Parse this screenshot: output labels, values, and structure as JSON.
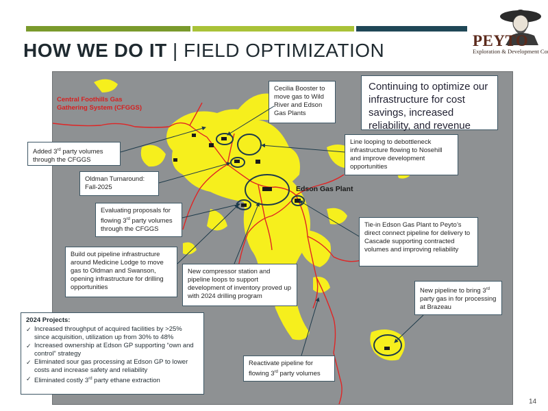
{
  "header": {
    "title_bold": "HOW WE DO IT",
    "title_sep": " | ",
    "title_rest": "FIELD OPTIMIZATION",
    "bar_colors": [
      "#7a9a2c",
      "#a9c238",
      "#1f4756"
    ]
  },
  "logo": {
    "name": "PEYTO",
    "subtitle": "Exploration & Development Corp."
  },
  "map": {
    "cfggs_label": "Central Foothills Gas Gathering System (CFGGS)",
    "plant_label": "Edson Gas Plant",
    "colors": {
      "pipeline": "#e02424",
      "landholdings": "#f6ef1d",
      "background": "#8e9193"
    }
  },
  "callouts": {
    "summary": "Continuing to optimize our infrastructure for cost savings, increased reliability, and revenue generation.",
    "cecilia": "Cecilia Booster to move gas to Wild River and Edson Gas Plants",
    "third_party_cfggs": {
      "pre": "Added 3",
      "sup": "rd",
      "post": " party volumes through the CFGGS"
    },
    "line_looping": "Line looping to debottleneck infrastructure flowing to Nosehill and improve development opportunities",
    "oldman": "Oldman Turnaround: Fall-2025",
    "evaluating": {
      "pre": "Evaluating proposals for flowing 3",
      "sup": "rd",
      "post": " party volumes through the CFGGS"
    },
    "tie_in": "Tie-in Edson Gas Plant to Peyto’s direct connect pipeline for delivery to Cascade supporting contracted volumes and improving reliability",
    "build_out": "Build out pipeline infrastructure around Medicine Lodge to move gas to Oldman and Swanson, opening infrastructure for drilling opportunities",
    "compressor": "New compressor station and pipeline loops to support development of inventory proved up with 2024 drilling program",
    "new_pipeline": {
      "pre": "New pipeline to bring 3",
      "sup": "rd",
      "post": " party gas in for processing at Brazeau"
    },
    "reactivate": {
      "pre": "Reactivate pipeline for flowing 3",
      "sup": "rd",
      "post": " party volumes"
    }
  },
  "projects": {
    "heading": "2024 Projects:",
    "items": [
      {
        "pre": "Increased throughput of acquired facilities by >25% since acquisition, utilization up from 30% to 48%",
        "sup": "",
        "post": ""
      },
      {
        "pre": "Increased ownership at Edson GP supporting “own and control” strategy",
        "sup": "",
        "post": ""
      },
      {
        "pre": "Eliminated sour gas processing at Edson GP to lower costs and increase safety and reliability",
        "sup": "",
        "post": ""
      },
      {
        "pre": "Eliminated costly 3",
        "sup": "rd",
        "post": " party ethane extraction"
      }
    ]
  },
  "page_number": "14"
}
